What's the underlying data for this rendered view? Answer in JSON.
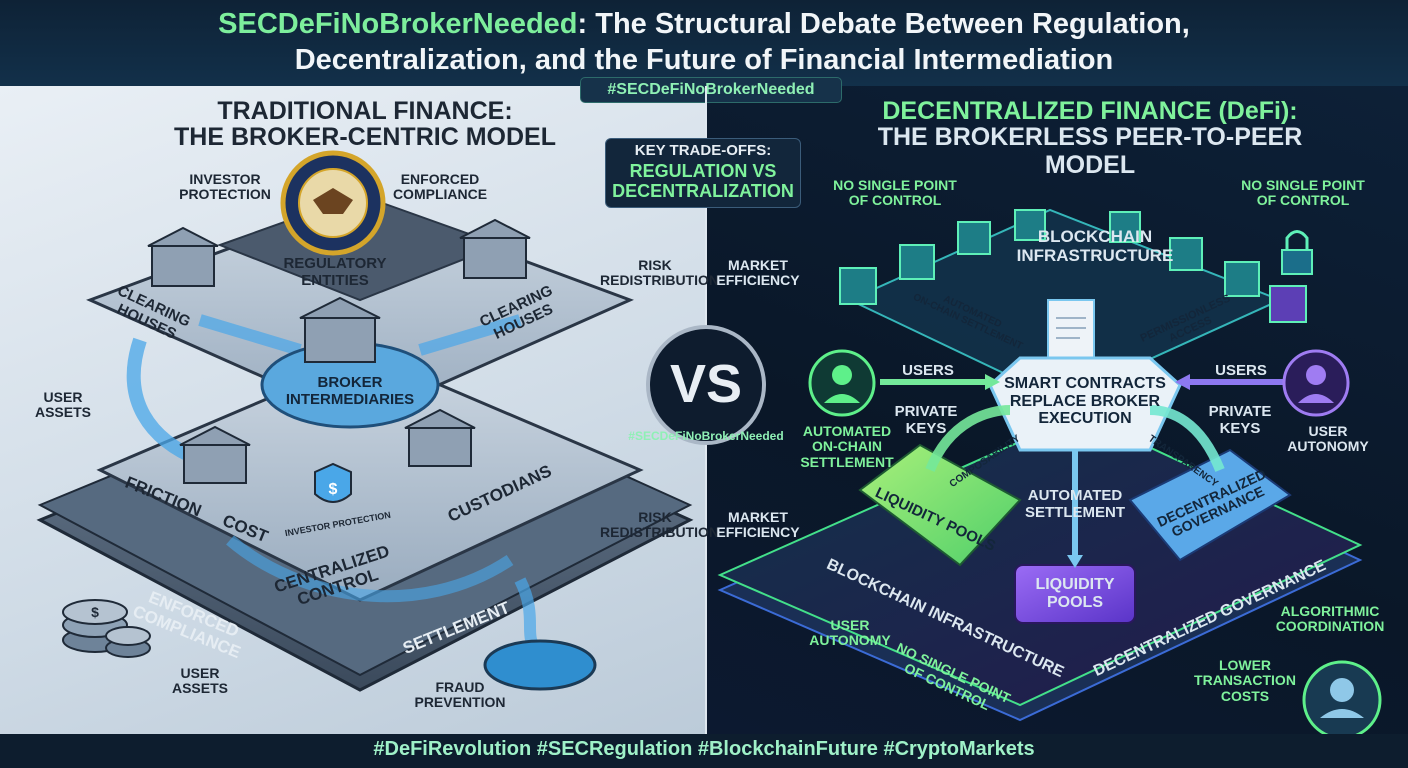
{
  "title": {
    "highlight": "SECDeFiNoBrokerNeeded",
    "line1_rest": ": The Structural Debate Between Regulation,",
    "line2": "Decentralization, and the Future of Financial Intermediation"
  },
  "hashtag_top": "#SECDeFiNoBrokerNeeded",
  "left": {
    "heading1": "TRADITIONAL FINANCE:",
    "heading2": "THE BROKER-CENTRIC MODEL",
    "investor_protection": [
      "INVESTOR",
      "PROTECTION"
    ],
    "enforced_compliance": [
      "ENFORCED",
      "COMPLIANCE"
    ],
    "regulatory_entities": [
      "REGULATORY",
      "ENTITIES"
    ],
    "clearing_houses_left": [
      "CLEARING",
      "HOUSES"
    ],
    "clearing_houses_right": [
      "CLEARING",
      "HOUSES"
    ],
    "broker_intermediaries": [
      "BROKER",
      "INTERMEDIARIES"
    ],
    "user_assets_side": [
      "USER",
      "ASSETS"
    ],
    "friction": "FRICTION",
    "cost": "COST",
    "custodians": "CUSTODIANS",
    "investor_protection_ribbon": "INVESTOR PROTECTION",
    "centralized_control": "CENTRALIZED CONTROL",
    "enforced_compliance_edge": "ENFORCED COMPLIANCE",
    "settlement": "SETTLEMENT",
    "user_assets_bottom": [
      "USER",
      "ASSETS"
    ],
    "fraud_prevention": [
      "FRAUD",
      "PREVENTION"
    ]
  },
  "center": {
    "key_tradeoffs": "KEY TRADE-OFFS:",
    "regulation_vs": [
      "REGULATION VS",
      "DECENTRALIZATION"
    ],
    "risk_top": [
      "RISK",
      "REDISTRIBUTION"
    ],
    "market_top": [
      "MARKET",
      "EFFICIENCY"
    ],
    "vs": "VS",
    "vs_hashtag": "#SECDeFiNoBrokerNeeded",
    "risk_bottom": [
      "RISK",
      "REDISTRIBUTION"
    ],
    "market_bottom": [
      "MARKET",
      "EFFICIENCY"
    ]
  },
  "right": {
    "heading1": "DECENTRALIZED FINANCE (DeFi):",
    "heading2": "THE BROKERLESS PEER-TO-PEER MODEL",
    "no_single_left": [
      "NO SINGLE POINT",
      "OF CONTROL"
    ],
    "no_single_right": [
      "NO SINGLE POINT",
      "OF CONTROL"
    ],
    "blockchain_infra": [
      "BLOCKCHAIN",
      "INFRASTRUCTURE"
    ],
    "automated_onchain_ribbon": [
      "AUTOMATED",
      "ON-CHAIN SETTLEMENT"
    ],
    "permissionless": [
      "PERMISSIONLESS",
      "ACCESS"
    ],
    "users_left": "USERS",
    "users_right": "USERS",
    "smart_contracts": [
      "SMART CONTRACTS",
      "REPLACE BROKER",
      "EXECUTION"
    ],
    "private_keys_left": [
      "PRIVATE",
      "KEYS"
    ],
    "private_keys_right": [
      "PRIVATE",
      "KEYS"
    ],
    "automated_onchain_side": [
      "AUTOMATED",
      "ON-CHAIN",
      "SETTLEMENT"
    ],
    "user_autonomy_right": [
      "USER",
      "AUTONOMY"
    ],
    "composability": "COMPOSABILITY",
    "transparency": "TRANSPARENCY",
    "liquidity_pools_left": "LIQUIDITY POOLS",
    "automated_settlement": [
      "AUTOMATED",
      "SETTLEMENT"
    ],
    "decentralized_governance_box": [
      "DECENTRALIZED",
      "GOVERNANCE"
    ],
    "liquidity_pools_bottom": [
      "LIQUIDITY",
      "POOLS"
    ],
    "blockchain_infra_edge": "BLOCKCHAIN INFRASTRUCTURE",
    "decentralized_governance_edge": "DECENTRALIZED GOVERNANCE",
    "user_autonomy_bottom": [
      "USER",
      "AUTONOMY"
    ],
    "no_single_bottom": [
      "NO SINGLE POINT",
      "OF CONTROL"
    ],
    "algorithmic": [
      "ALGORITHMIC",
      "COORDINATION"
    ],
    "lower_costs": [
      "LOWER",
      "TRANSACTION",
      "COSTS"
    ]
  },
  "hashtags_bottom": "#DeFiRevolution #SECRegulation #BlockchainFuture #CryptoMarkets",
  "colors": {
    "accent_green": "#7dee9c",
    "defi_purple": "#8a5cf0",
    "trad_slate": "#4d5f74",
    "flow_blue": "#4aa7e8"
  },
  "icons": [
    "sec-seal-icon",
    "bank-building-icon",
    "shield-dollar-icon",
    "coin-stack-icon",
    "user-avatar-icon",
    "document-icon",
    "blockchain-cube-icon",
    "padlock-icon"
  ]
}
